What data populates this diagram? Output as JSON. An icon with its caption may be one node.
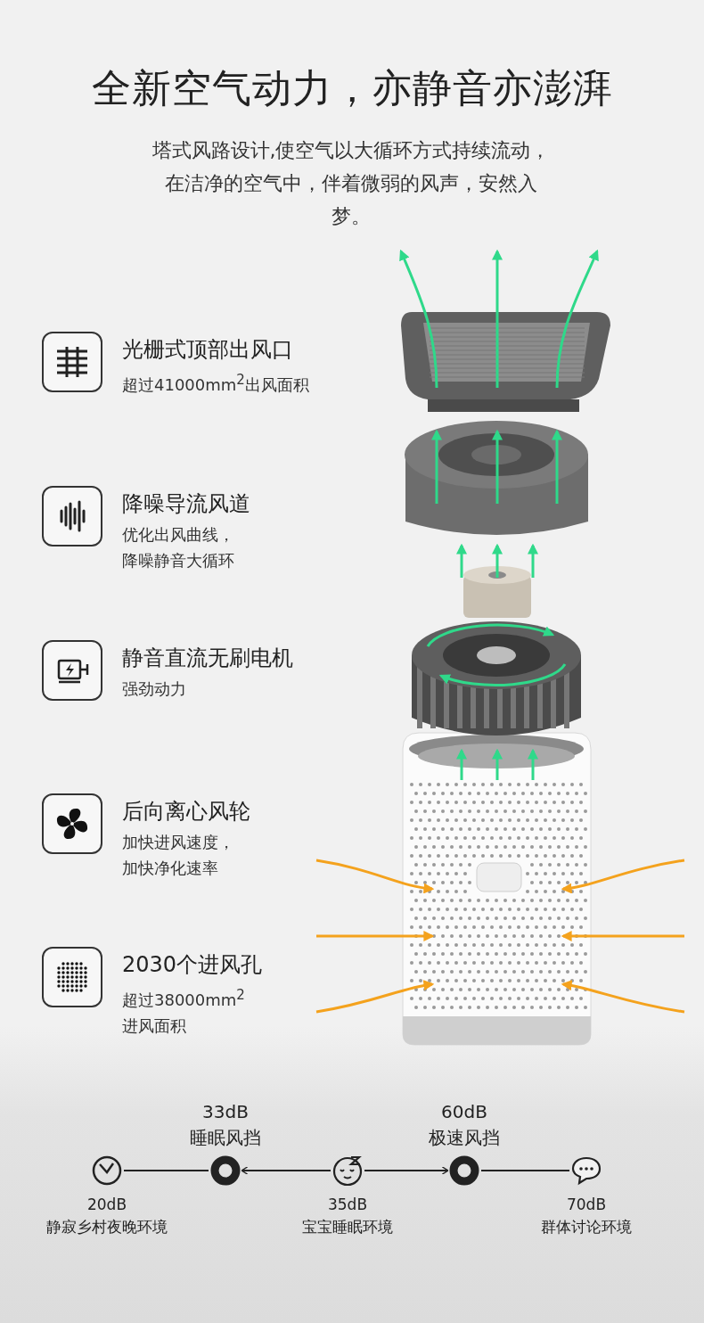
{
  "diagram": {
    "title": "全新空气动力，亦静音亦澎湃",
    "nodes": [
      {
        "text": [
          "光栅式顶部出风口",
          "超过41000mm$^{2}$出风面积"
        ]
      },
      {
        "text": [
          "降噪导流风道",
          "优化出风曲线，降噪静音大循环"
        ]
      },
      {
        "text": [
          "静音直流无刷电机",
          "强劲动力"
        ]
      },
      {
        "text": [
          "后向离心风轮",
          "加快进风速度，加快净化速率"
        ]
      },
      {
        "text": [
          "2030个进风孔",
          "超过38000mm$^{2}$进风面积"
        ]
      },
      {
        "text": [
          "20dB",
          "静寂乡村夜晚环境"
        ]
      },
      {
        "text": [
          "33dB",
          "睡眠风挡"
        ]
      },
      {
        "text": [
          "35dB",
          "宝宝睡眠环境"
        ]
      },
      {
        "text": [
          "60dB",
          "极速风挡"
        ]
      },
      {
        "text": [
          "70dB",
          "群体讨论环境"
        ]
      }
    ],
    "edges": [
      {
        "from": 5,
        "to": 6,
        "arrow": "none"
      },
      {
        "from": 7,
        "to": 6,
        "arrow": "to"
      },
      {
        "from": 7,
        "to": 8,
        "arrow": "to"
      },
      {
        "from": 8,
        "to": 9,
        "arrow": "none"
      }
    ],
    "labels": [
      "塔式风路设计,使空气以大循环方式持续流动，在洁净的空气中，伴着微弱的风声，安然入梦。"
    ]
  }
}
